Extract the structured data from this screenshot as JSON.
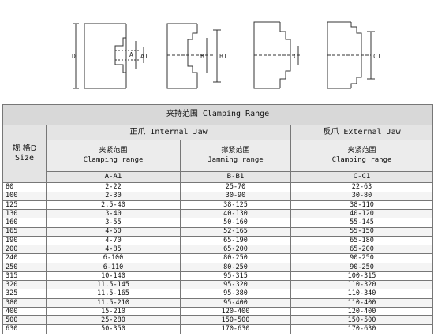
{
  "figure": {
    "dim_labels": [
      "D",
      "A",
      "A1",
      "B",
      "B1",
      "C",
      "C1"
    ]
  },
  "table": {
    "title_cn": "夹持范围",
    "title_en": "Clamping Range",
    "size_cn": "规 格D",
    "size_en": "Size",
    "internal_cn": "正爪",
    "internal_en": "Internal Jaw",
    "external_cn": "反爪",
    "external_en": "External Jaw",
    "clamp_cn": "夹紧范围",
    "clamp_en": "Clamping range",
    "jam_cn": "撑紧范围",
    "jam_en": "Jamming range",
    "col_a": "A-A1",
    "col_b": "B-B1",
    "col_c": "C-C1",
    "rows": [
      [
        "80",
        "2-22",
        "25-70",
        "22-63"
      ],
      [
        "100",
        "2-30",
        "30-90",
        "30-80"
      ],
      [
        "125",
        "2.5-40",
        "38-125",
        "38-110"
      ],
      [
        "130",
        "3-40",
        "40-130",
        "40-120"
      ],
      [
        "160",
        "3-55",
        "50-160",
        "55-145"
      ],
      [
        "165",
        "4-60",
        "52-165",
        "55-150"
      ],
      [
        "190",
        "4-70",
        "65-190",
        "65-180"
      ],
      [
        "200",
        "4-85",
        "65-200",
        "65-200"
      ],
      [
        "240",
        "6-100",
        "80-250",
        "90-250"
      ],
      [
        "250",
        "6-110",
        "80-250",
        "90-250"
      ],
      [
        "315",
        "10-140",
        "95-315",
        "100-315"
      ],
      [
        "320",
        "11.5-145",
        "95-320",
        "110-320"
      ],
      [
        "325",
        "11.5-165",
        "95-380",
        "110-340"
      ],
      [
        "380",
        "11.5-210",
        "95-400",
        "110-400"
      ],
      [
        "400",
        "15-210",
        "120-400",
        "120-400"
      ],
      [
        "500",
        "25-280",
        "150-500",
        "150-500"
      ],
      [
        "630",
        "50-350",
        "170-630",
        "170-630"
      ]
    ]
  }
}
